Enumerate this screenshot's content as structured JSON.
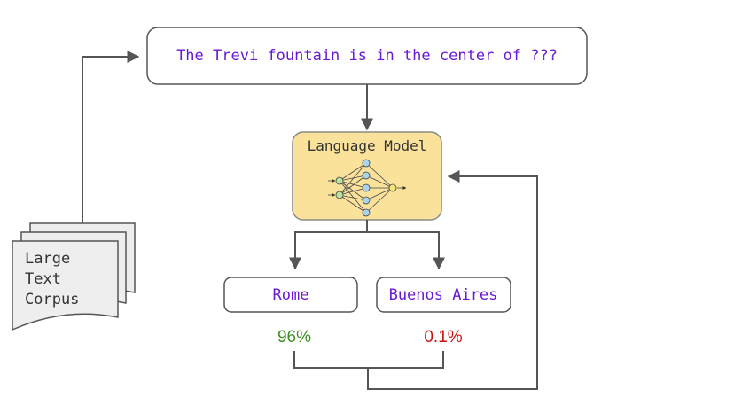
{
  "prompt": {
    "text": "The Trevi fountain is in the center of ???"
  },
  "model": {
    "label": "Language Model"
  },
  "corpus": {
    "lines": [
      "Large",
      "Text",
      "Corpus"
    ]
  },
  "outputs": [
    {
      "label": "Rome",
      "probability": "96%"
    },
    {
      "label": "Buenos Aires",
      "probability": "0.1%"
    }
  ],
  "colors": {
    "prompt_text": "#6a1bd2",
    "model_fill": "#fbe29b",
    "model_stroke": "#8a8a8a",
    "prob_high": "#3f8f27",
    "prob_low": "#cc1111",
    "edge": "#555555",
    "corpus_fill": "#eeeeee"
  }
}
